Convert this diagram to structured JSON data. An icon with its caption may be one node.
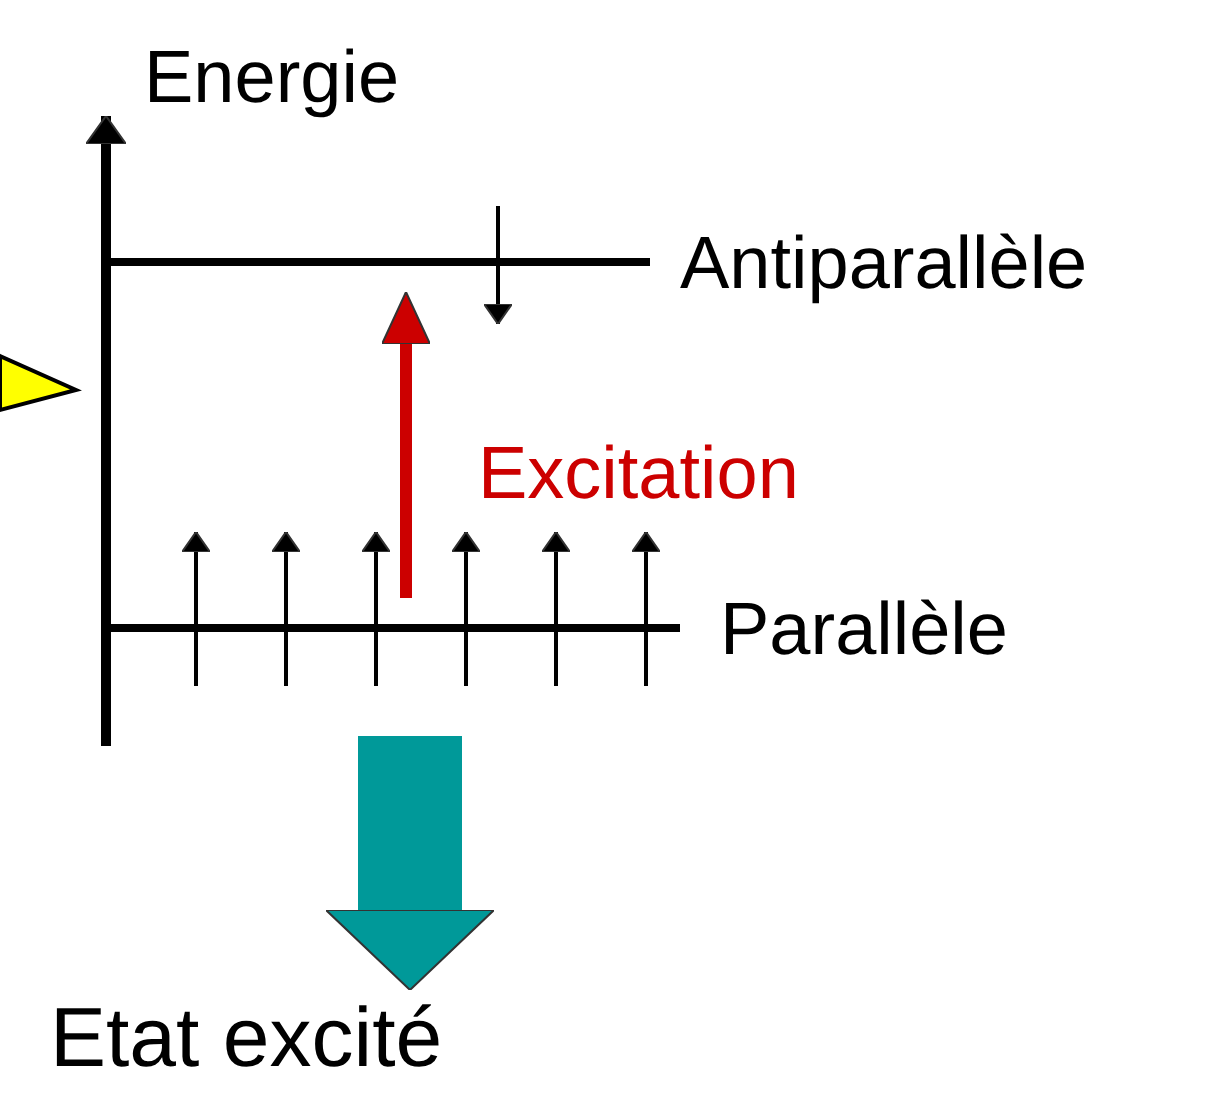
{
  "diagram": {
    "nodes": [
      {
        "text": [
          "Antiparallèle"
        ]
      },
      {
        "text": [
          "Parallèle"
        ]
      },
      {
        "text": [
          "Etat excité"
        ]
      }
    ],
    "edges": [
      {
        "from": 1,
        "to": 0,
        "arrow": "to",
        "label": "Excitation",
        "color": "#cc0000"
      },
      {
        "from": null,
        "to": 2,
        "arrow": "to",
        "style": "thick",
        "color": "#009999"
      }
    ],
    "labels": [
      "Energie"
    ]
  }
}
